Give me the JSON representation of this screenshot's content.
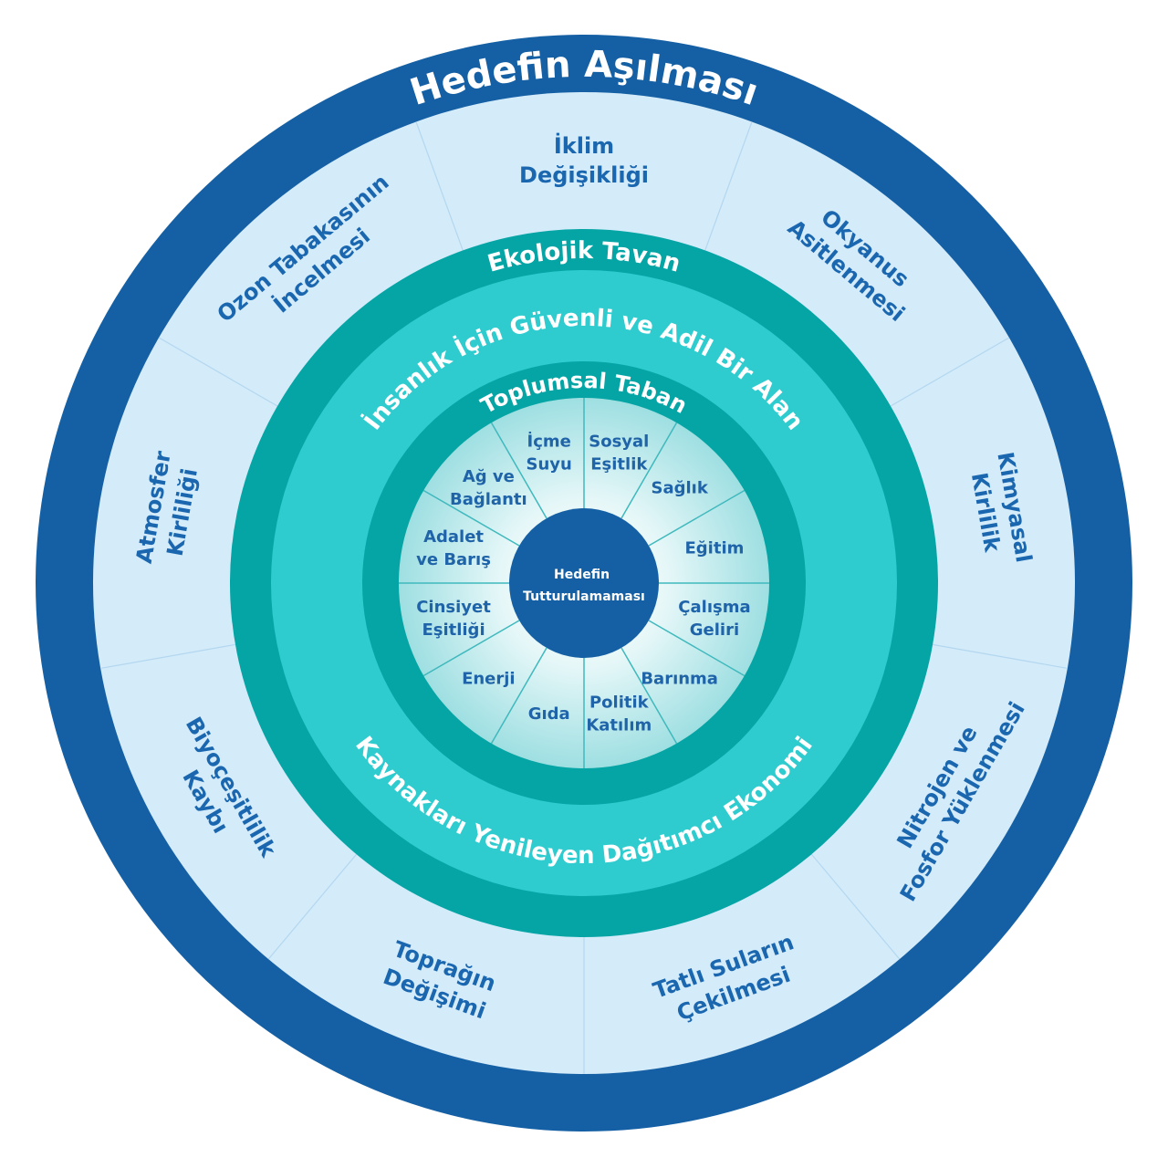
{
  "colors": {
    "overshoot_band": "#1560a4",
    "ecological_ceiling_zone": "#d4ebfa",
    "ceiling_band": "#05a5a5",
    "safe_space_band": "#2ecbcf",
    "social_foundation_band": "#05a5a5",
    "shortfall_zone_inner": "#ffffff",
    "shortfall_zone_outer": "#a6e2e5",
    "core": "#1560a4",
    "outer_text": "#1a67b0",
    "inner_text": "#1f63a8",
    "band_text": "#ffffff"
  },
  "rings": {
    "overshoot_title": "Hedefin Aşılması",
    "ecological_ceiling_title": "Ekolojik Tavan",
    "safe_space_title": "İnsanlık İçin Güvenli ve Adil Bir Alan",
    "social_foundation_title": "Toplumsal Taban",
    "economy_title": "Kaynakları Yenileyen Dağıtımcı Ekonomi",
    "core_title_lines": [
      "Hedefin",
      "Tutturulamaması"
    ]
  },
  "ecological_ceiling": [
    {
      "lines": [
        "İklim",
        "Değişikliği"
      ]
    },
    {
      "lines": [
        "Okyanus",
        "Asitlenmesi"
      ]
    },
    {
      "lines": [
        "Kimyasal",
        "Kirlilik"
      ]
    },
    {
      "lines": [
        "Nitrojen ve",
        "Fosfor Yüklenmesi"
      ]
    },
    {
      "lines": [
        "Tatlı Suların",
        "Çekilmesi"
      ]
    },
    {
      "lines": [
        "Toprağın",
        "Değişimi"
      ]
    },
    {
      "lines": [
        "Biyoçeşitlilik",
        "Kaybı"
      ]
    },
    {
      "lines": [
        "Atmosfer",
        "Kirliliği"
      ]
    },
    {
      "lines": [
        "Ozon Tabakasının",
        "İncelmesi"
      ]
    }
  ],
  "social_foundation": [
    {
      "lines": [
        "Sosyal",
        "Eşitlik"
      ]
    },
    {
      "lines": [
        "Sağlık"
      ]
    },
    {
      "lines": [
        "Eğitim"
      ]
    },
    {
      "lines": [
        "Çalışma",
        "Geliri"
      ]
    },
    {
      "lines": [
        "Barınma"
      ]
    },
    {
      "lines": [
        "Politik",
        "Katılım"
      ]
    },
    {
      "lines": [
        "Gıda"
      ]
    },
    {
      "lines": [
        "Enerji"
      ]
    },
    {
      "lines": [
        "Cinsiyet",
        "Eşitliği"
      ]
    },
    {
      "lines": [
        "Adalet",
        "ve Barış"
      ]
    },
    {
      "lines": [
        "Ağ ve",
        "Bağlantı"
      ]
    },
    {
      "lines": [
        "İçme",
        "Suyu"
      ]
    }
  ]
}
